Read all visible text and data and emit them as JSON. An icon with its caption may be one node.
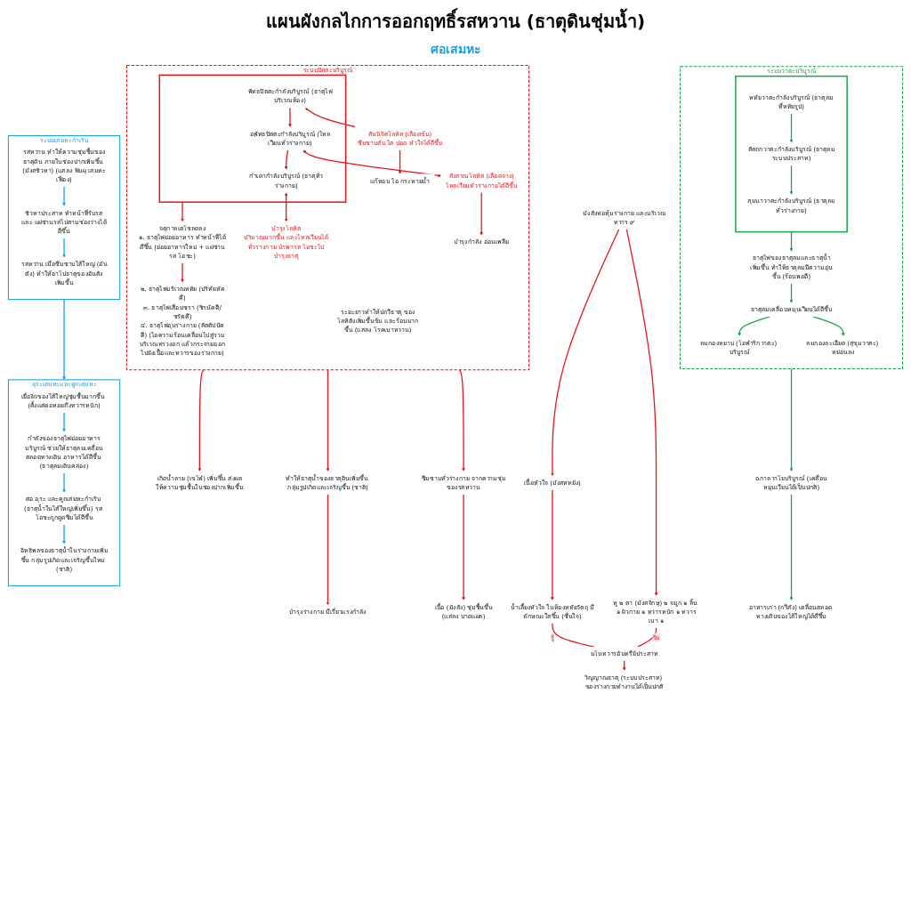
{
  "diagram": {
    "title": "แผนผังกลไกการออกฤทธิ์รสหวาน (ธาตุดินชุ่มน้ำ)",
    "nodes": [
      {
        "text": [
          "ระบบเสมหะกำเริบ"
        ]
      },
      {
        "text": [
          "รสหวาน ทำให้ความชุ่มชื้นของธาตุดิน ภายในช่องปากเพิ่มขึ้น (มังสชิวหา) (แสลง ฟันผุ เสมหะเฟื่อง)"
        ],
        "in": 0
      },
      {
        "text": [
          "ชิวหาประสาท ทำหน้าที่รับรสและ แผ่ซ่านรสไปตามช่องว่างได้ดีขึ้น"
        ],
        "in": 0
      },
      {
        "text": [
          "รสหวาน เมื่อซึมซาบไส้ใหญ่ (อันตัง) ทำให้อาโปธาตุของอันตังเพิ่มขึ้น"
        ],
        "in": 0
      },
      {
        "text": [
          "อุระเสมหะและคูถเสมหะ"
        ]
      },
      {
        "text": [
          "เยื่อผิวของไส้ใหญ่ชุ่มชื้นมากขึ้น (ตั้งแต่คอหอยถึงทวารหนัก)"
        ],
        "in": 4
      },
      {
        "text": [
          "กำลังของธาตุไฟย่อยอาหารบริบูรณ์ ช่วยให้ธาตุลมเคลื่อนตลอดทางเดิน อาหารได้ดีขึ้น (ธาตุลมเดินคล่อง)"
        ],
        "in": 4
      },
      {
        "text": [
          "ศอ อุระ และคูถเสมหะกำเริบ (ธาตุน้ำในไส้ใหญ่เพิ่มขึ้น) รส โอชะถูกดูดซึมได้ดีขึ้น"
        ],
        "in": 4
      },
      {
        "text": [
          "อิทธิพลของธาตุน้ำในร่างกายเพิ่มขึ้น กลุ่มรูปเกิดและเจริญขึ้นใหม่ (ชาติ)"
        ],
        "in": 4
      },
      {
        "text": [
          "ระบบปิตตะบริบูรณ์"
        ]
      },
      {
        "text": [
          "จตุกาลเตโชลดลง",
          "๑. ธาตุไฟย่อยอาหาร ทำหน้าที่ได้ดีขึ้น (ย่อยอาหารใหม่ + แผ่ซ่านรส โอชะ)"
        ],
        "in": 9
      },
      {
        "text": [
          "๒. ธาตุไฟบริเวณหทัย (ปริทัยหัคคี)",
          "๓. ธาตุไฟเสื่อมชรา (ชิรนัคคี/ชรัคคี)",
          "๔. ธาตุไฟอุ่นร่างกาย (สัตตัปปัคคี) (ไอความร้อนเคลื่อนไปสู่รวมบริเวณทรวงอก แล้วกระจายออกไปยังเนื้อและทวารของร่างกาย)"
        ],
        "in": 9
      },
      {
        "text": [],
        "shape": "box",
        "in": 9
      },
      {
        "text": [
          "พัทธปิตตะกำลังบริบูรณ์ (ธาตุไฟบริเวณท้อง)"
        ],
        "in": 12
      },
      {
        "text": [
          "อพัทธปิตตะกำลังบริบูรณ์ (ไหลเวียนทั่วร่างกาย)"
        ],
        "in": 12
      },
      {
        "text": [
          "กำเดากำลังบริบูรณ์ (ธาตุทั่วร่างกาย)"
        ],
        "in": 12
      },
      {
        "text": [
          "สันนิจิตโลหิต (เลือดข้น)",
          "ซึมซาบตับ ไต ปอด หัวใจได้ดีขึ้น"
        ],
        "in": 9
      },
      {
        "text": [
          "แก้หอบ ไอ กระหายน้ำ"
        ],
        "in": 9
      },
      {
        "text": [
          "สังสรณโลหิต (เลือดจาง)",
          "ไหลเวียนทั่วร่างกายได้ดีขึ้น"
        ],
        "in": 9
      },
      {
        "text": [
          "บำรุงกำลัง อ่อนเพลีย"
        ],
        "in": 9
      },
      {
        "text": [
          "บำรุงโลหิต",
          "ปริมาณมากขึ้น และไหลเวียนได้ทั่วร่างกาย นำพารส โอชะไปบำรุงธาตุ"
        ],
        "in": 9
      },
      {
        "text": [
          "ระยะยาวทำให้ปถวีธาตุ ของโลหิตังเพิ่มขึ้นข้น และร้อนมากขึ้น (แสลง โรคเบาหวาน)"
        ],
        "in": 9
      },
      {
        "text": [
          "เกิดน้ำลาย (เขโฬ) เพิ่มขึ้น ส่งผลให้ความชุ่มชื้นในช่องปากเพิ่มขึ้น"
        ]
      },
      {
        "text": [
          "ทำให้ธาตุน้ำของธาตุดินเพิ่มขึ้น กลุ่มรูปเกิดและเจริญขึ้น (ชาติ)"
        ]
      },
      {
        "text": [
          "บำรุงร่างกาย มีเรี่ยวแรงกำลัง"
        ]
      },
      {
        "text": [
          "ซึมซาบทั่วร่างกาย จากความชุ่มของรสหวาน"
        ]
      },
      {
        "text": [
          "เนื้อ (มังสัง) ชุ่มชื้นขึ้น",
          "(แสลง บาดแผล)"
        ]
      },
      {
        "text": [
          "มังสังห่อหุ้มร่างกาย และบริเวณทวาร ๙"
        ]
      },
      {
        "text": [
          "เนื้อหัวใจ (มังสหทยัง)"
        ]
      },
      {
        "text": [
          "น้ำเลี้ยงหัวใจ ในห้องหทัยวัตถุ มีลักษณะใสขึ้น (ชื่นใจ)"
        ]
      },
      {
        "text": [
          "หู ๒ ตา (มังสจักษุ) ๒ จมูก ๑ ลิ้น ๑ ผิวกาย ๑ ทวารหนัก ๑ ทวารเบา ๑"
        ]
      },
      {
        "text": [
          "มโนทวารอินทรีย์ประสาท"
        ]
      },
      {
        "text": [
          "วิญญาณธาตุ (ระบบประสาท) ของร่างกายทำงานได้เป็นปกติ"
        ]
      },
      {
        "text": [
          "ระบบวาตะบริบูรณ์"
        ]
      },
      {
        "text": [],
        "shape": "box",
        "in": 33
      },
      {
        "text": [
          "หทัยวาตะกำลังบริบูรณ์ (ธาตุลมที่หทัยรูป)"
        ],
        "in": 34
      },
      {
        "text": [
          "สัตถกวาตะกำลังบริบูรณ์ (ธาตุลมระบบประสาท)"
        ],
        "in": 34
      },
      {
        "text": [
          "สุมนาวาตะกำลังบริบูรณ์ (ธาตุลมทั่วร่างกาย)"
        ],
        "in": 34
      },
      {
        "text": [
          "ธาตุไฟของธาตุลมและธาตุน้ำเพิ่มขึ้น ทำให้ธาตุลมมีความอุ่นขึ้น (ร้อนพอดี)"
        ],
        "in": 33
      },
      {
        "text": [
          "ธาตุลมเคลื่อนหมุนเวียนได้ดีขึ้น"
        ],
        "in": 33
      },
      {
        "text": [
          "ลมกองหยาบ (โอฬาริกวาตะ) บริบูรณ์"
        ],
        "in": 33
      },
      {
        "text": [
          "ลมกองละเอียด (สุขุมวาตะ) หย่อนลง"
        ],
        "in": 33
      },
      {
        "text": [
          "ฉกาลวาโยบริบูรณ์ (เคลื่อนหมุนเวียนได้เป็นปกติ)"
        ]
      },
      {
        "text": [
          "อาหารเก่า (กรีสัง) เคลื่อนตลอด ทางเดินของไส้ใหญ่ได้ดีขึ้น"
        ]
      }
    ],
    "edges": [
      {
        "from": 1,
        "to": 2,
        "arrow": "to",
        "color": "#1ba1e2"
      },
      {
        "from": 2,
        "to": 3,
        "arrow": "to",
        "color": "#1ba1e2"
      },
      {
        "from": 0,
        "to": 4,
        "arrow": "to",
        "color": "#1ba1e2"
      },
      {
        "from": 5,
        "to": 6,
        "arrow": "to",
        "color": "#1ba1e2"
      },
      {
        "from": 6,
        "to": 7,
        "arrow": "to",
        "color": "#1ba1e2"
      },
      {
        "from": 7,
        "to": 8,
        "arrow": "to",
        "color": "#1ba1e2"
      },
      {
        "from": 12,
        "to": 10,
        "arrow": "to"
      },
      {
        "from": 10,
        "to": 11,
        "arrow": "to"
      },
      {
        "from": 13,
        "to": 14,
        "arrow": "to"
      },
      {
        "from": 14,
        "to": 15,
        "arrow": "to"
      },
      {
        "from": 13,
        "to": 16,
        "arrow": "both"
      },
      {
        "from": 14,
        "to": 18,
        "arrow": "both"
      },
      {
        "from": 15,
        "to": 20,
        "arrow": "both"
      },
      {
        "from": 16,
        "to": 17,
        "arrow": "to"
      },
      {
        "from": 18,
        "to": 19,
        "arrow": "to"
      },
      {
        "from": 9,
        "to": 22,
        "arrow": "to"
      },
      {
        "from": 9,
        "to": 23,
        "arrow": "to"
      },
      {
        "from": 23,
        "to": 24,
        "arrow": "to"
      },
      {
        "from": 9,
        "to": 25,
        "arrow": "to"
      },
      {
        "from": 25,
        "to": 26,
        "arrow": "to"
      },
      {
        "from": 27,
        "to": 28,
        "arrow": "to"
      },
      {
        "from": 27,
        "to": 30,
        "arrow": "to"
      },
      {
        "from": 28,
        "to": 29,
        "arrow": "to"
      },
      {
        "from": 29,
        "to": 31,
        "arrow": "none",
        "label": "รู้"
      },
      {
        "from": 30,
        "to": 31,
        "arrow": "none",
        "label": "รับ"
      },
      {
        "from": 31,
        "to": 32,
        "arrow": "to"
      },
      {
        "from": 35,
        "to": 36,
        "arrow": "to",
        "color": "#1aa64a"
      },
      {
        "from": 36,
        "to": 37,
        "arrow": "to",
        "color": "#1aa64a"
      },
      {
        "from": 34,
        "to": 38,
        "arrow": "to",
        "color": "#1aa64a"
      },
      {
        "from": 38,
        "to": 39,
        "arrow": "to",
        "color": "#1aa64a"
      },
      {
        "from": 39,
        "to": 40,
        "arrow": "to",
        "color": "#1aa64a"
      },
      {
        "from": 39,
        "to": 41,
        "arrow": "to",
        "color": "#1aa64a"
      },
      {
        "from": 33,
        "to": 42,
        "arrow": "to",
        "color": "#1aa64a"
      },
      {
        "from": 42,
        "to": 43,
        "arrow": "to",
        "color": "#1aa64a"
      }
    ],
    "labels": [
      "ศอเสมหะ"
    ]
  }
}
